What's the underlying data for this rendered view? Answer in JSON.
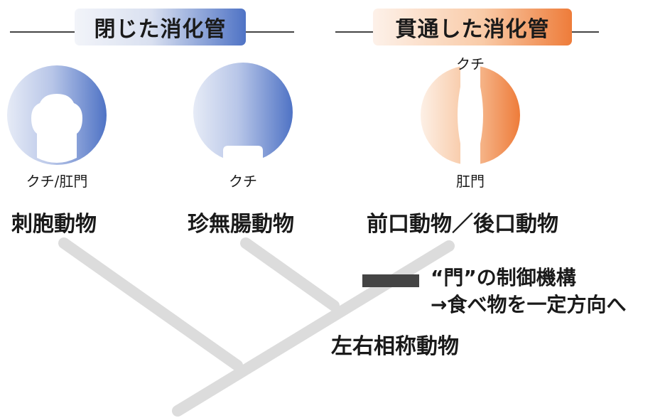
{
  "headers": {
    "closed": "閉じた消化管",
    "through": "貫通した消化管"
  },
  "organisms": {
    "cnidaria": {
      "opening_label": "クチ/肛門",
      "name": "刺胞動物"
    },
    "acoela": {
      "opening_label": "クチ",
      "name": "珍無腸動物"
    },
    "through_gut": {
      "mouth_label": "クチ",
      "anus_label": "肛門",
      "name": "前口動物／後口動物"
    }
  },
  "clade": {
    "bilateria": "左右相称動物"
  },
  "annotation": {
    "line1": "“門”の制御機構",
    "line2": "→食べ物を一定方向へ"
  },
  "colors": {
    "closed_accent": "#4f73c5",
    "through_accent": "#ee7c3a",
    "tree": "#dcdcdc",
    "marker": "#444444"
  }
}
